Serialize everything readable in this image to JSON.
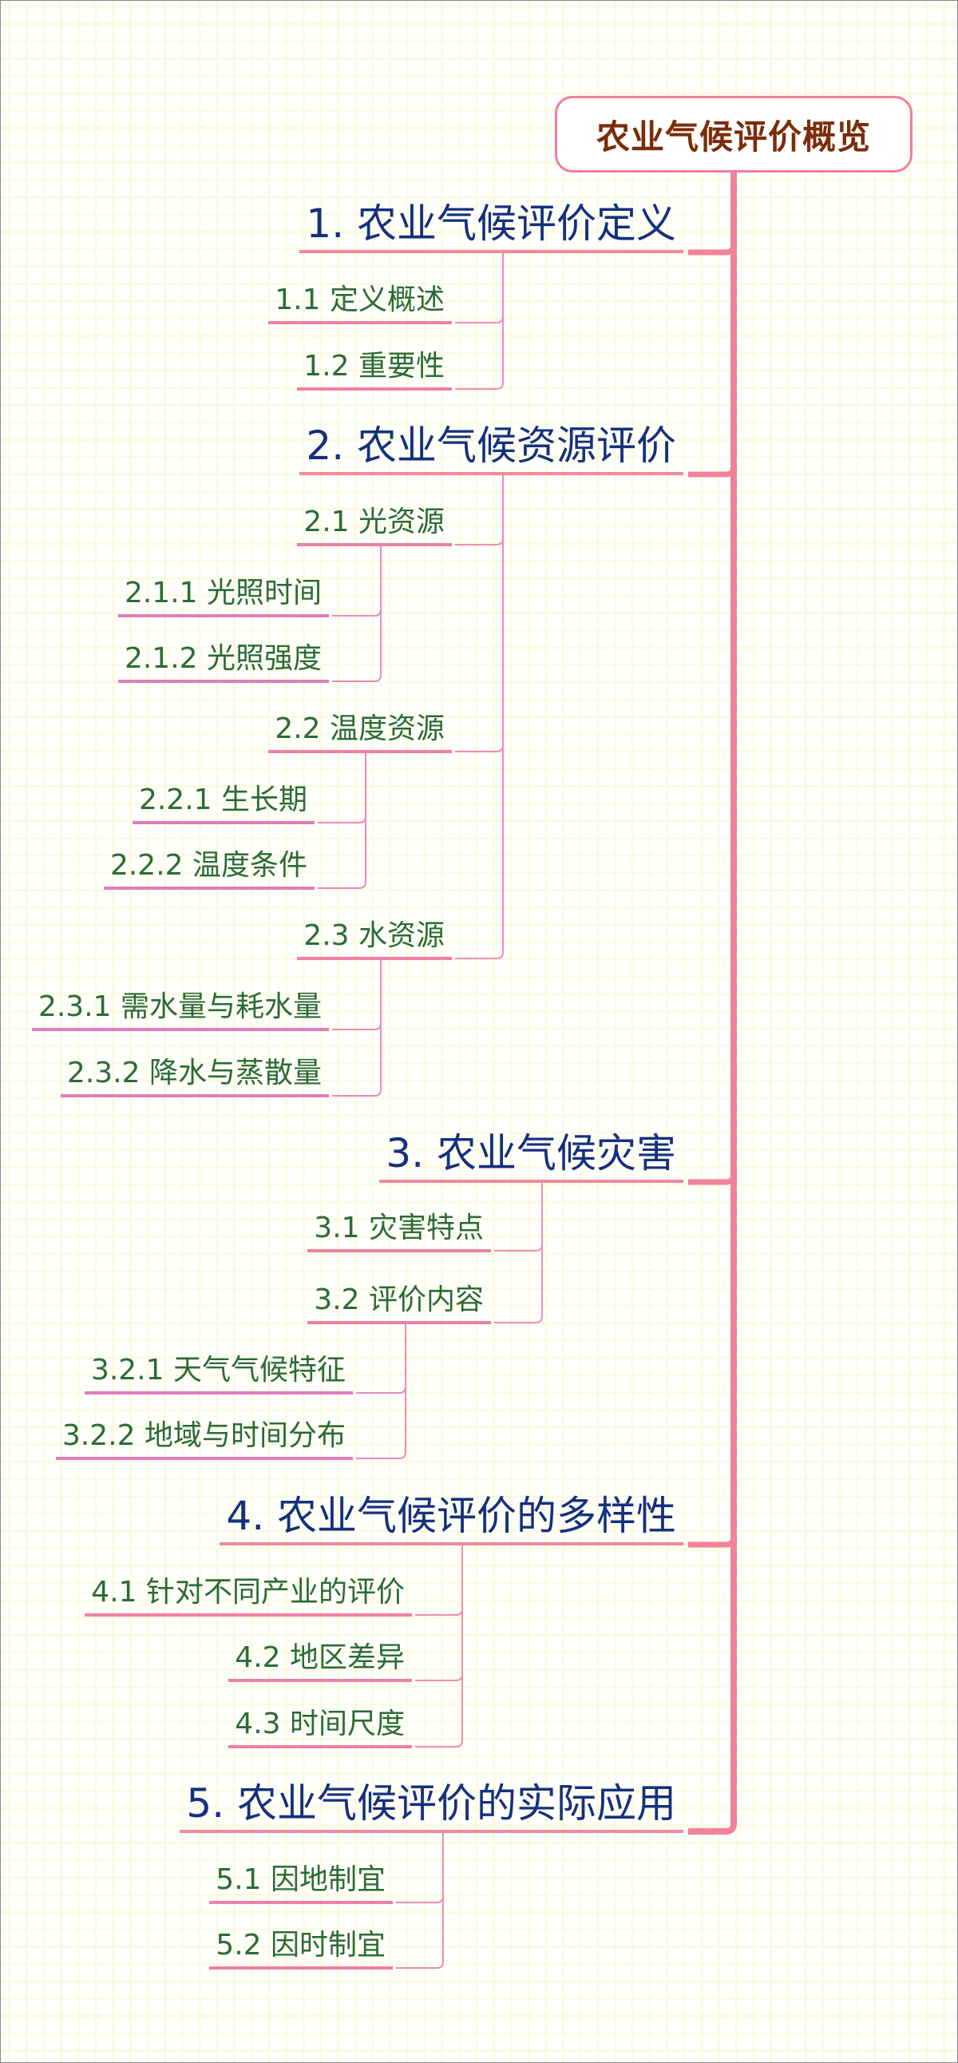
{
  "root": {
    "title": "农业气候评价概览"
  },
  "branches": [
    {
      "label": "1. 农业气候评价定义",
      "children": [
        {
          "label": "1.1 定义概述"
        },
        {
          "label": "1.2 重要性"
        }
      ]
    },
    {
      "label": "2. 农业气候资源评价",
      "children": [
        {
          "label": "2.1 光资源",
          "children": [
            {
              "label": "2.1.1 光照时间"
            },
            {
              "label": "2.1.2 光照强度"
            }
          ]
        },
        {
          "label": "2.2 温度资源",
          "children": [
            {
              "label": "2.2.1 生长期"
            },
            {
              "label": "2.2.2 温度条件"
            }
          ]
        },
        {
          "label": "2.3 水资源",
          "children": [
            {
              "label": "2.3.1 需水量与耗水量"
            },
            {
              "label": "2.3.2 降水与蒸散量"
            }
          ]
        }
      ]
    },
    {
      "label": "3. 农业气候灾害",
      "children": [
        {
          "label": "3.1 灾害特点"
        },
        {
          "label": "3.2 评价内容",
          "children": [
            {
              "label": "3.2.1 天气气候特征"
            },
            {
              "label": "3.2.2 地域与时间分布"
            }
          ]
        }
      ]
    },
    {
      "label": "4. 农业气候评价的多样性",
      "children": [
        {
          "label": "4.1 针对不同产业的评价"
        },
        {
          "label": "4.2 地区差异"
        },
        {
          "label": "4.3 时间尺度"
        }
      ]
    },
    {
      "label": "5. 农业气候评价的实际应用",
      "children": [
        {
          "label": "5.1 因地制宜"
        },
        {
          "label": "5.2 因时制宜"
        }
      ]
    }
  ],
  "colors": {
    "root_text": "#7b2d0a",
    "root_border": "#ee8099",
    "trunk": "#f2819a",
    "l1_text": "#15307d",
    "l1_underline": "#f0899e",
    "l2_text": "#2b6b35",
    "l2_underline": "#ef7fa5",
    "l2_connector": "#f08cae",
    "l3_text": "#2b6b35",
    "l3_underline": "#e07dbd",
    "l3_connector": "#e48bc2",
    "page_bg": "#fffffc",
    "grid_line": "#fbfbe2"
  }
}
